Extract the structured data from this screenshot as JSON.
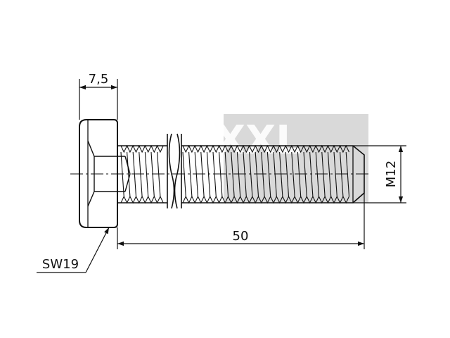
{
  "drawing": {
    "head_width_label": "7,5",
    "length_label": "50",
    "thread_label": "M12",
    "wrench_size_label": "SW19"
  },
  "watermark": {
    "text": "TechXXL"
  },
  "colors": {
    "line": "#111111",
    "watermark_bg": "#d9d9d9",
    "background": "#ffffff"
  }
}
